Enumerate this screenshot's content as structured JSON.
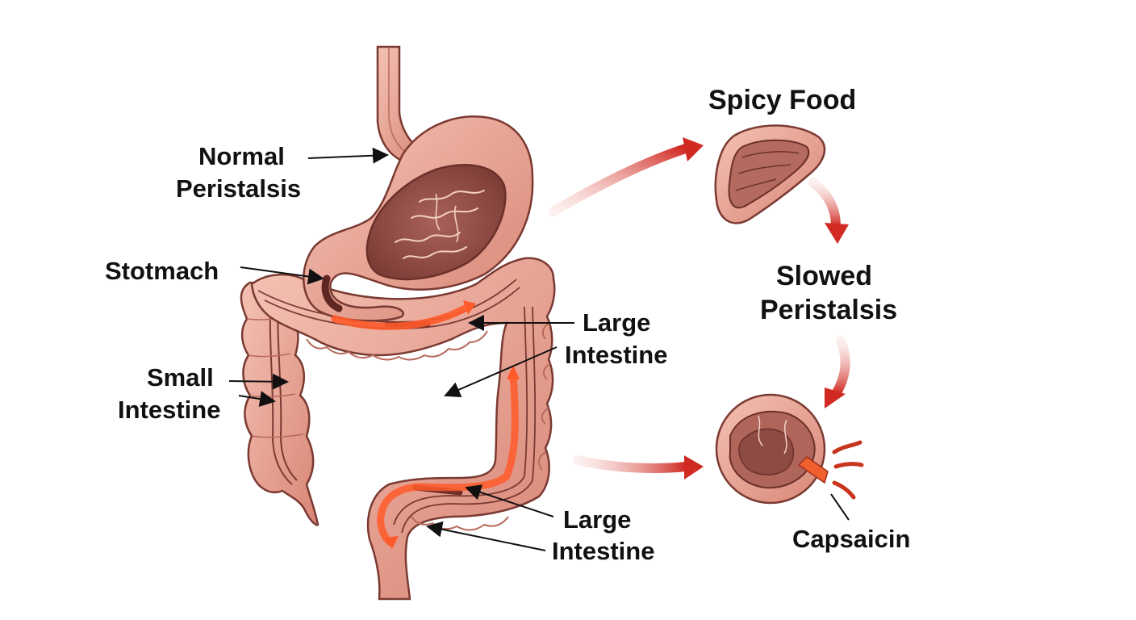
{
  "labels": {
    "normal_peristalsis": [
      "Normal",
      "Peristalsis"
    ],
    "stomach": "Stotmach",
    "small_intestine": [
      "Small",
      "Intestine"
    ],
    "large_intestine_upper": [
      "Large",
      "Intestine"
    ],
    "large_intestine_lower": [
      "Large",
      "Intestine"
    ],
    "spicy_food": "Spicy Food",
    "slowed_peristalsis": [
      "Slowed",
      "Peristalsis"
    ],
    "capsaicin": "Capsaicin"
  },
  "colors": {
    "tissue": "#e8a394",
    "tissue_light": "#f1bcae",
    "tissue_outline": "#7a3a32",
    "stomach_contents": "#8e4b44",
    "peristalsis_wave": "#ff5a2a",
    "flow_arrow": "#d02a22",
    "text": "#111111"
  },
  "icons": [
    "stomach-icon",
    "small-intestine-icon",
    "large-intestine-icon",
    "spicy-food-cross-section-icon",
    "capsaicin-cross-section-icon"
  ]
}
